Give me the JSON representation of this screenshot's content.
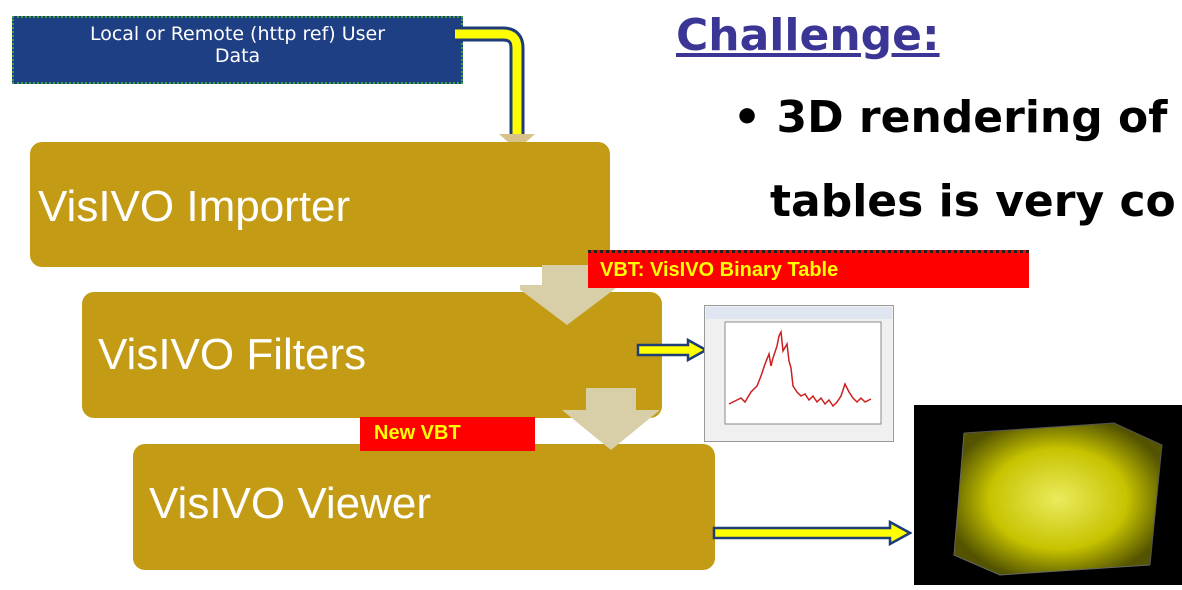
{
  "user_data": {
    "label_line1": "Local or Remote (http ref) User",
    "label_line2": "Data"
  },
  "pipeline": {
    "importer": "VisIVO Importer",
    "filters": "VisIVO Filters",
    "viewer": "VisIVO Viewer"
  },
  "tags": {
    "vbt": "VBT: VisIVO Binary Table",
    "new_vbt": "New VBT"
  },
  "challenge": {
    "title": "Challenge:",
    "bullet": "•",
    "line1": "3D rendering of",
    "line2": "tables is very co"
  },
  "colors": {
    "block": "#c49b14",
    "user_box": "#1f3f84",
    "arrow_yellow": "#ffff00",
    "tag_red": "#ff0000",
    "challenge": "#3b3596"
  }
}
